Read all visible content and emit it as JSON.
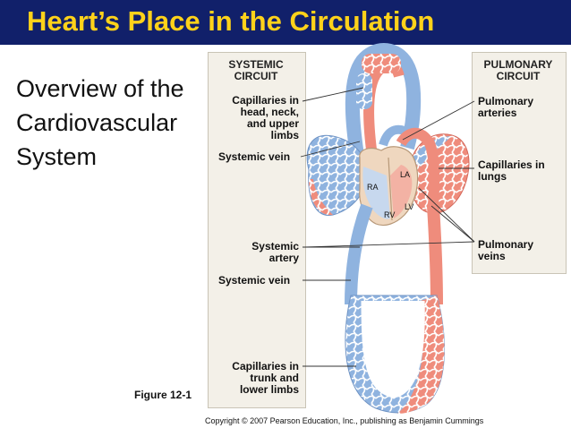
{
  "slide": {
    "title": "Heart’s Place in the Circulation",
    "overview_lines": [
      "Overview of the",
      "Cardiovascular",
      "System"
    ],
    "figure_label": "Figure 12-1",
    "copyright": "Copyright © 2007 Pearson Education, Inc., publishing as Benjamin Cummings"
  },
  "diagram": {
    "systemic_header": [
      "SYSTEMIC",
      "CIRCUIT"
    ],
    "pulmonary_header": [
      "PULMONARY",
      "CIRCUIT"
    ],
    "left_labels": {
      "capillaries_upper": [
        "Capillaries in",
        "head, neck,",
        "and upper",
        "limbs"
      ],
      "systemic_vein_top": "Systemic vein",
      "systemic_artery": [
        "Systemic",
        "artery"
      ],
      "systemic_vein_bottom": "Systemic vein",
      "capillaries_lower": [
        "Capillaries in",
        "trunk and",
        "lower limbs"
      ]
    },
    "right_labels": {
      "pulmonary_arteries": [
        "Pulmonary",
        "arteries"
      ],
      "capillaries_lungs": [
        "Capillaries in",
        "lungs"
      ],
      "pulmonary_veins": [
        "Pulmonary",
        "veins"
      ]
    },
    "chambers": {
      "ra": "RA",
      "la": "LA",
      "rv": "RV",
      "lv": "LV"
    },
    "colors": {
      "deoxygenated": "#8fb3df",
      "oxygenated": "#ef8c7c",
      "heart": "#efd7bf",
      "panel": "#f3f0e8",
      "title_bar": "#11206a",
      "title_text": "#ffd21a"
    }
  }
}
